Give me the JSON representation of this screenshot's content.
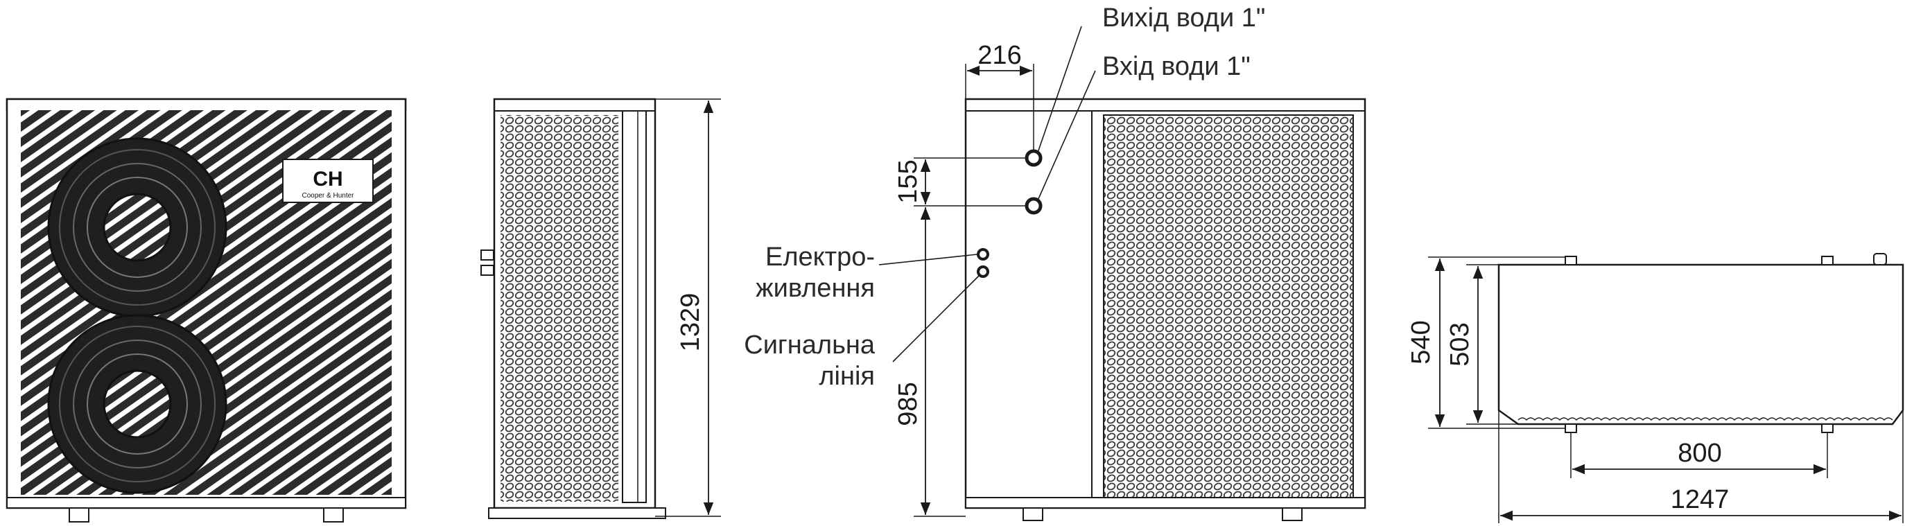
{
  "brand": {
    "logo_text": "CH",
    "logo_subtext": "Cooper & Hunter"
  },
  "front_view": {},
  "side_view": {
    "height_dim": "1329"
  },
  "rear_view": {
    "pipe_offset_dim": "216",
    "pipe_spacing_dim": "155",
    "lower_height_dim": "985",
    "water_outlet_label": "Вихід води 1\"",
    "water_inlet_label": "Вхід води 1\"",
    "power_label_line1": "Електро-",
    "power_label_line2": "живлення",
    "signal_label_line1": "Сигнальна",
    "signal_label_line2": "лінія"
  },
  "top_view": {
    "depth_dim": "540",
    "mount_depth_dim": "503",
    "mount_width_dim": "800",
    "width_dim": "1247"
  }
}
